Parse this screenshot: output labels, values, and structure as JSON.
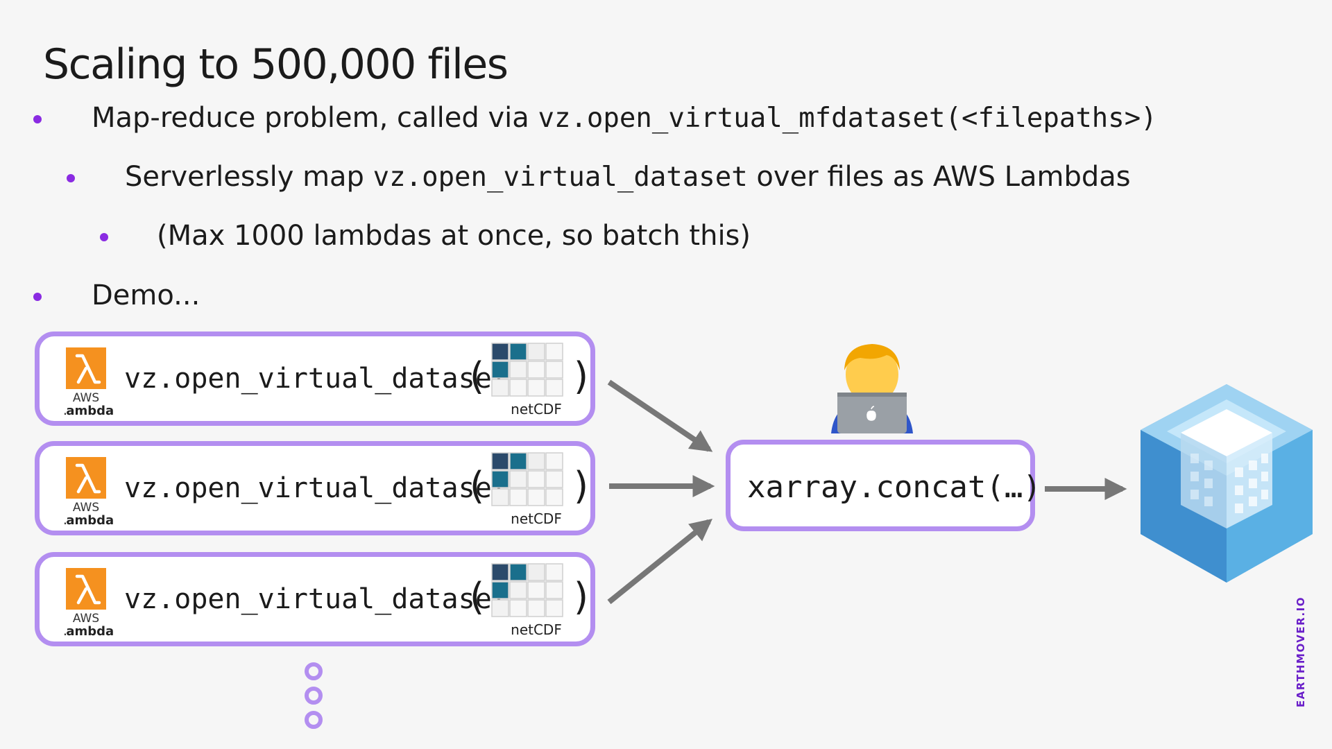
{
  "slide": {
    "title": "Scaling to 500,000 files",
    "bullets": [
      {
        "level": 1,
        "text_before": "Map-reduce problem, called via ",
        "code": "vz.open_virtual_mfdataset(<filepaths>)",
        "text_after": ""
      },
      {
        "level": 2,
        "text_before": "Serverlessly map ",
        "code": "vz.open_virtual_dataset",
        "text_after": " over files as AWS Lambdas"
      },
      {
        "level": 3,
        "text_before": "(Max 1000 lambdas at once, so batch this)",
        "code": "",
        "text_after": ""
      },
      {
        "level": 1,
        "text_before": "Demo...",
        "code": "",
        "text_after": ""
      }
    ]
  },
  "diagram": {
    "lambda_cards": [
      {
        "logo_line1": "AWS",
        "logo_line2": "Lambda",
        "code": "vz.open_virtual_dataset",
        "open_paren": "(",
        "close_paren": ")",
        "file_label": "netCDF"
      },
      {
        "logo_line1": "AWS",
        "logo_line2": "Lambda",
        "code": "vz.open_virtual_dataset",
        "open_paren": "(",
        "close_paren": ")",
        "file_label": "netCDF"
      },
      {
        "logo_line1": "AWS",
        "logo_line2": "Lambda",
        "code": "vz.open_virtual_dataset",
        "open_paren": "(",
        "close_paren": ")",
        "file_label": "netCDF"
      }
    ],
    "concat_label": "xarray.concat(…)",
    "person_icon": "person-with-laptop-icon",
    "result_icon": "icechunk-cube-icon",
    "more_icon": "vertical-ellipsis-icon"
  },
  "watermark": "EARTHMOVER.IO",
  "colors": {
    "accent_purple": "#8a2be2",
    "card_border": "#b38ef0",
    "lambda_orange": "#f5911f",
    "arrow_gray": "#777777",
    "netcdf_dark": "#2b4a6b",
    "netcdf_teal": "#1a6f8c",
    "cube_blue": "#4aa3dc"
  }
}
